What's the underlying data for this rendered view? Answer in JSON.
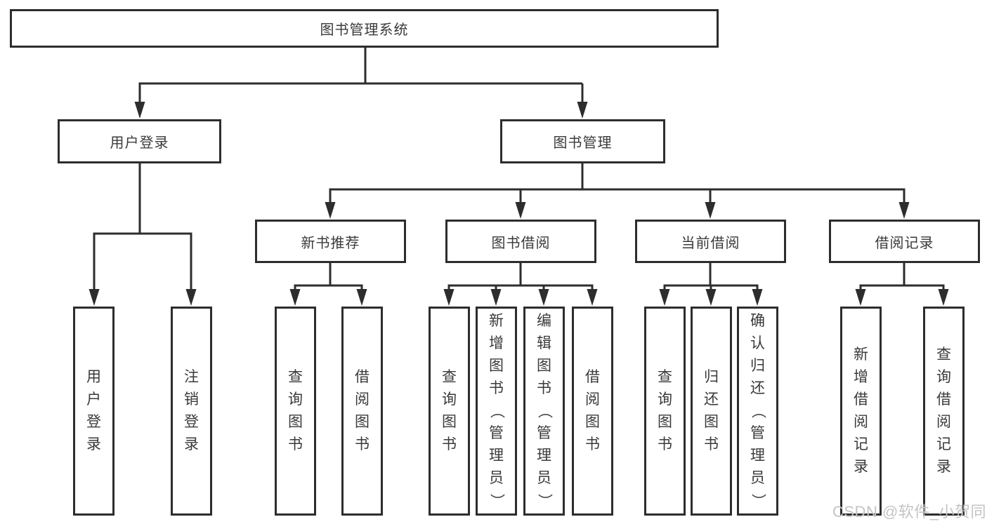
{
  "page": {
    "background": "#ffffff",
    "line_color": "#2d2d2d",
    "box_border_color": "#2d2d2d",
    "text_color": "#3a3a3a"
  },
  "watermark": {
    "text": "CSDN @软件_小贺同学",
    "color": "#c4c4c4"
  },
  "tree": {
    "root": {
      "label": "图书管理系统"
    },
    "user_login": {
      "label": "用户登录",
      "children": {
        "login": "用户登录",
        "logout": "注销登录"
      }
    },
    "book_mgmt": {
      "label": "图书管理",
      "sections": {
        "new_rec": {
          "label": "新书推荐",
          "children": {
            "query": "查询图书",
            "borrow": "借阅图书"
          }
        },
        "borrowing": {
          "label": "图书借阅",
          "children": {
            "query": "查询图书",
            "add": "新增图书（管理员）",
            "edit": "编辑图书（管理员）",
            "borrow": "借阅图书"
          }
        },
        "current": {
          "label": "当前借阅",
          "children": {
            "query": "查询图书",
            "return": "归还图书",
            "confirm": "确认归还（管理员）"
          }
        },
        "records": {
          "label": "借阅记录",
          "children": {
            "add": "新增借阅记录",
            "query": "查询借阅记录"
          }
        }
      }
    }
  }
}
